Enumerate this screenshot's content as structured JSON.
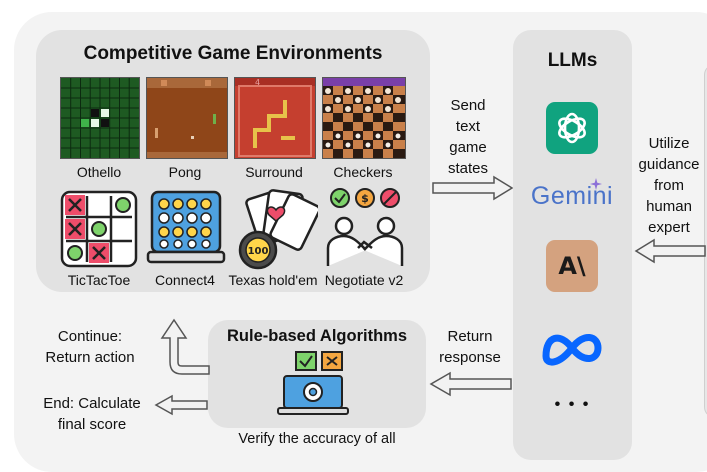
{
  "games": {
    "title": "Competitive Game Environments",
    "row1": [
      "Othello",
      "Pong",
      "Surround",
      "Checkers"
    ],
    "row2": [
      "TicTacToe",
      "Connect4",
      "Texas hold'em",
      "Negotiate v2"
    ]
  },
  "llms": {
    "title": "LLMs",
    "gemini_text": "Gemini",
    "anthropic_text": "A\\",
    "more": "• • •"
  },
  "arrows": {
    "send": [
      "Send",
      "text",
      "game",
      "states"
    ],
    "guidance": [
      "Utilize",
      "guidance",
      "from",
      "human",
      "expert"
    ],
    "return": [
      "Return",
      "response"
    ]
  },
  "rules": {
    "title": "Rule-based Algorithms",
    "caption": "Verify the accuracy of all"
  },
  "outcomes": {
    "continue": [
      "Continue:",
      "Return action"
    ],
    "end": [
      "End: Calculate",
      "final score"
    ]
  },
  "game_numbers": {
    "surround_score": "4",
    "poker_chip": "100"
  },
  "colors": {
    "chatgpt": "#10a37f",
    "anthropic": "#d4a27f",
    "meta": "#0866ff",
    "gemini": "#4a73c9"
  }
}
